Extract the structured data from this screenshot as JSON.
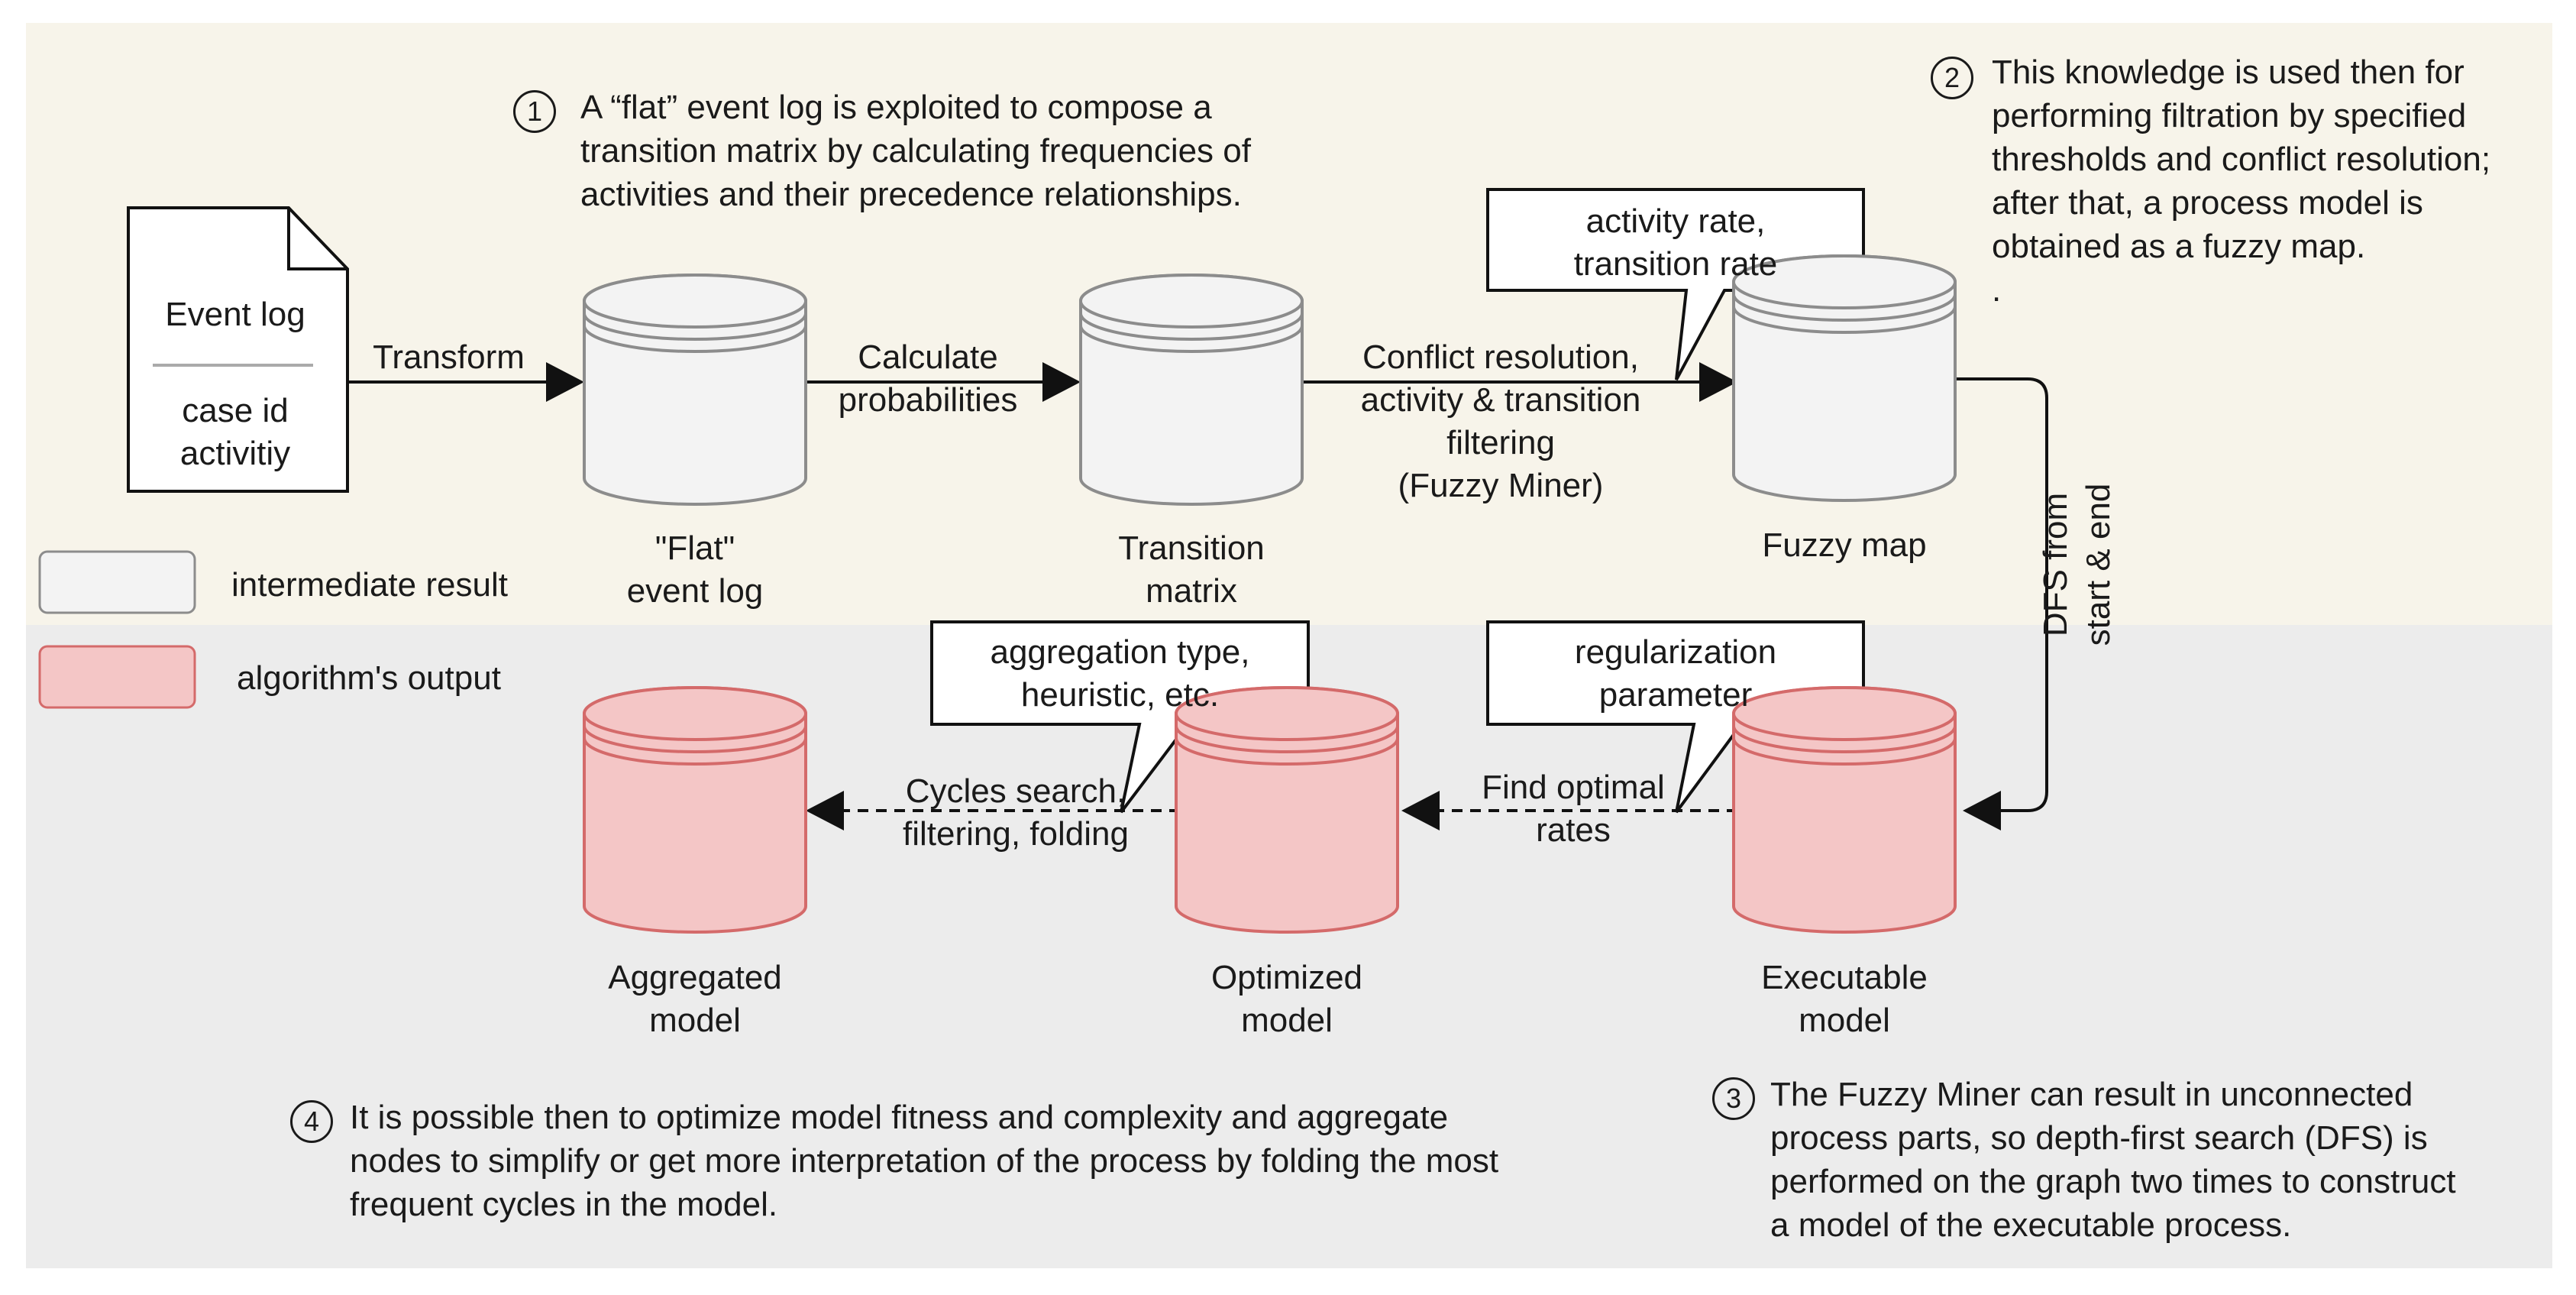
{
  "colors": {
    "top_band": "#f7f4ea",
    "bottom_band": "#ececec",
    "intermediate_fill": "#f3f3f3",
    "intermediate_stroke": "#8c8c8c",
    "output_fill": "#f4c6c6",
    "output_stroke": "#d46a6a",
    "line": "#111111"
  },
  "event_log_doc": {
    "title": "Event log",
    "fields": [
      "case id",
      "activitiy"
    ]
  },
  "nodes": {
    "flat_log": {
      "label": "\"Flat\"\nevent log",
      "type": "intermediate"
    },
    "transition_matrix": {
      "label": "Transition\nmatrix",
      "type": "intermediate"
    },
    "fuzzy_map": {
      "label": "Fuzzy map",
      "type": "intermediate"
    },
    "executable_model": {
      "label": "Executable\nmodel",
      "type": "output"
    },
    "optimized_model": {
      "label": "Optimized\nmodel",
      "type": "output"
    },
    "aggregated_model": {
      "label": "Aggregated\nmodel",
      "type": "output"
    }
  },
  "edges": {
    "transform": "Transform",
    "calculate": "Calculate\nprobabilities",
    "conflict": "Conflict resolution,\nactivity & transition\nfiltering\n(Fuzzy Miner)",
    "dfs": "DFS from\nstart & end",
    "find_optimal": "Find optimal\nrates",
    "cycles": "Cycles search,\nfiltering, folding"
  },
  "callouts": {
    "rates": "activity rate,\ntransition rate",
    "regularization": "regularization\nparameter",
    "aggregation": "aggregation type,\nheuristic, etc."
  },
  "legend": {
    "intermediate": "intermediate result",
    "output": "algorithm's output"
  },
  "notes": [
    {
      "number": "1",
      "text": "A “flat” event log is exploited to compose a\ntransition matrix by calculating frequencies of\nactivities and their precedence relationships."
    },
    {
      "number": "2",
      "text": "This knowledge is used then for\nperforming filtration by specified\nthresholds and conflict resolution;\nafter that, a process model is\nobtained as a fuzzy map.\n."
    },
    {
      "number": "3",
      "text": "The Fuzzy Miner can result in unconnected\nprocess parts, so depth-first search (DFS) is\nperformed on the graph two times to construct\na model of the executable process."
    },
    {
      "number": "4",
      "text": "It is possible then to optimize model fitness and complexity and aggregate\nnodes to simplify or get more interpretation of the process by folding the most\nfrequent cycles in the model."
    }
  ]
}
